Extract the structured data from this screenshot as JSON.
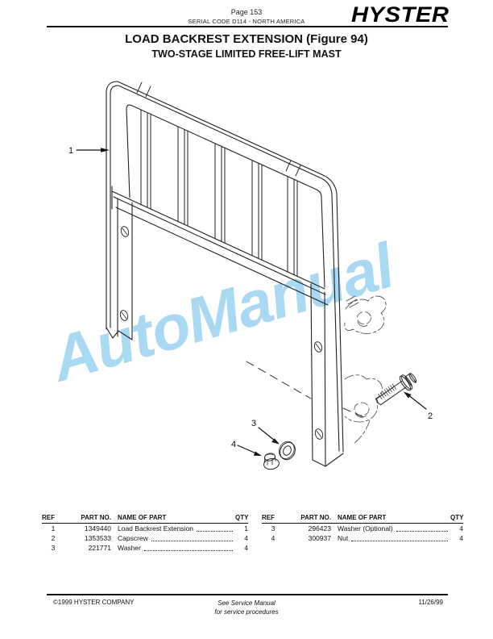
{
  "page": {
    "number": "Page 153",
    "serial_line": "SERIAL CODE D114 - NORTH AMERICA",
    "brand": "HYSTER",
    "title": "LOAD BACKREST EXTENSION (Figure 94)",
    "subtitle": "TWO-STAGE LIMITED FREE-LIFT MAST"
  },
  "figure": {
    "watermark": "AutoManual",
    "watermark_color": "#a8d8f2",
    "callouts": {
      "c1": "1",
      "c2": "2",
      "c3": "3",
      "c4": "4"
    }
  },
  "parts_tables": [
    {
      "headers": {
        "ref": "REF",
        "part_no": "PART NO.",
        "name": "NAME OF PART",
        "qty": "QTY"
      },
      "rows": [
        {
          "ref": "1",
          "part_no": "1349440",
          "name": "Load Backrest Extension",
          "qty": "1"
        },
        {
          "ref": "2",
          "part_no": "1353533",
          "name": "Capscrew",
          "qty": "4"
        },
        {
          "ref": "3",
          "part_no": "221771",
          "name": "Washer",
          "qty": "4"
        }
      ]
    },
    {
      "headers": {
        "ref": "REF",
        "part_no": "PART NO.",
        "name": "NAME OF PART",
        "qty": "QTY"
      },
      "rows": [
        {
          "ref": "3",
          "part_no": "296423",
          "name": "Washer (Optional)",
          "qty": "4"
        },
        {
          "ref": "4",
          "part_no": "300937",
          "name": "Nut",
          "qty": "4"
        }
      ]
    }
  ],
  "footer": {
    "copyright": "©1999 HYSTER COMPANY",
    "service_note_line1": "See Service Manual",
    "service_note_line2": "for service procedures",
    "date": "11/26/99"
  },
  "colors": {
    "line": "#222222",
    "watermark_blue": "#a8d8f2"
  }
}
